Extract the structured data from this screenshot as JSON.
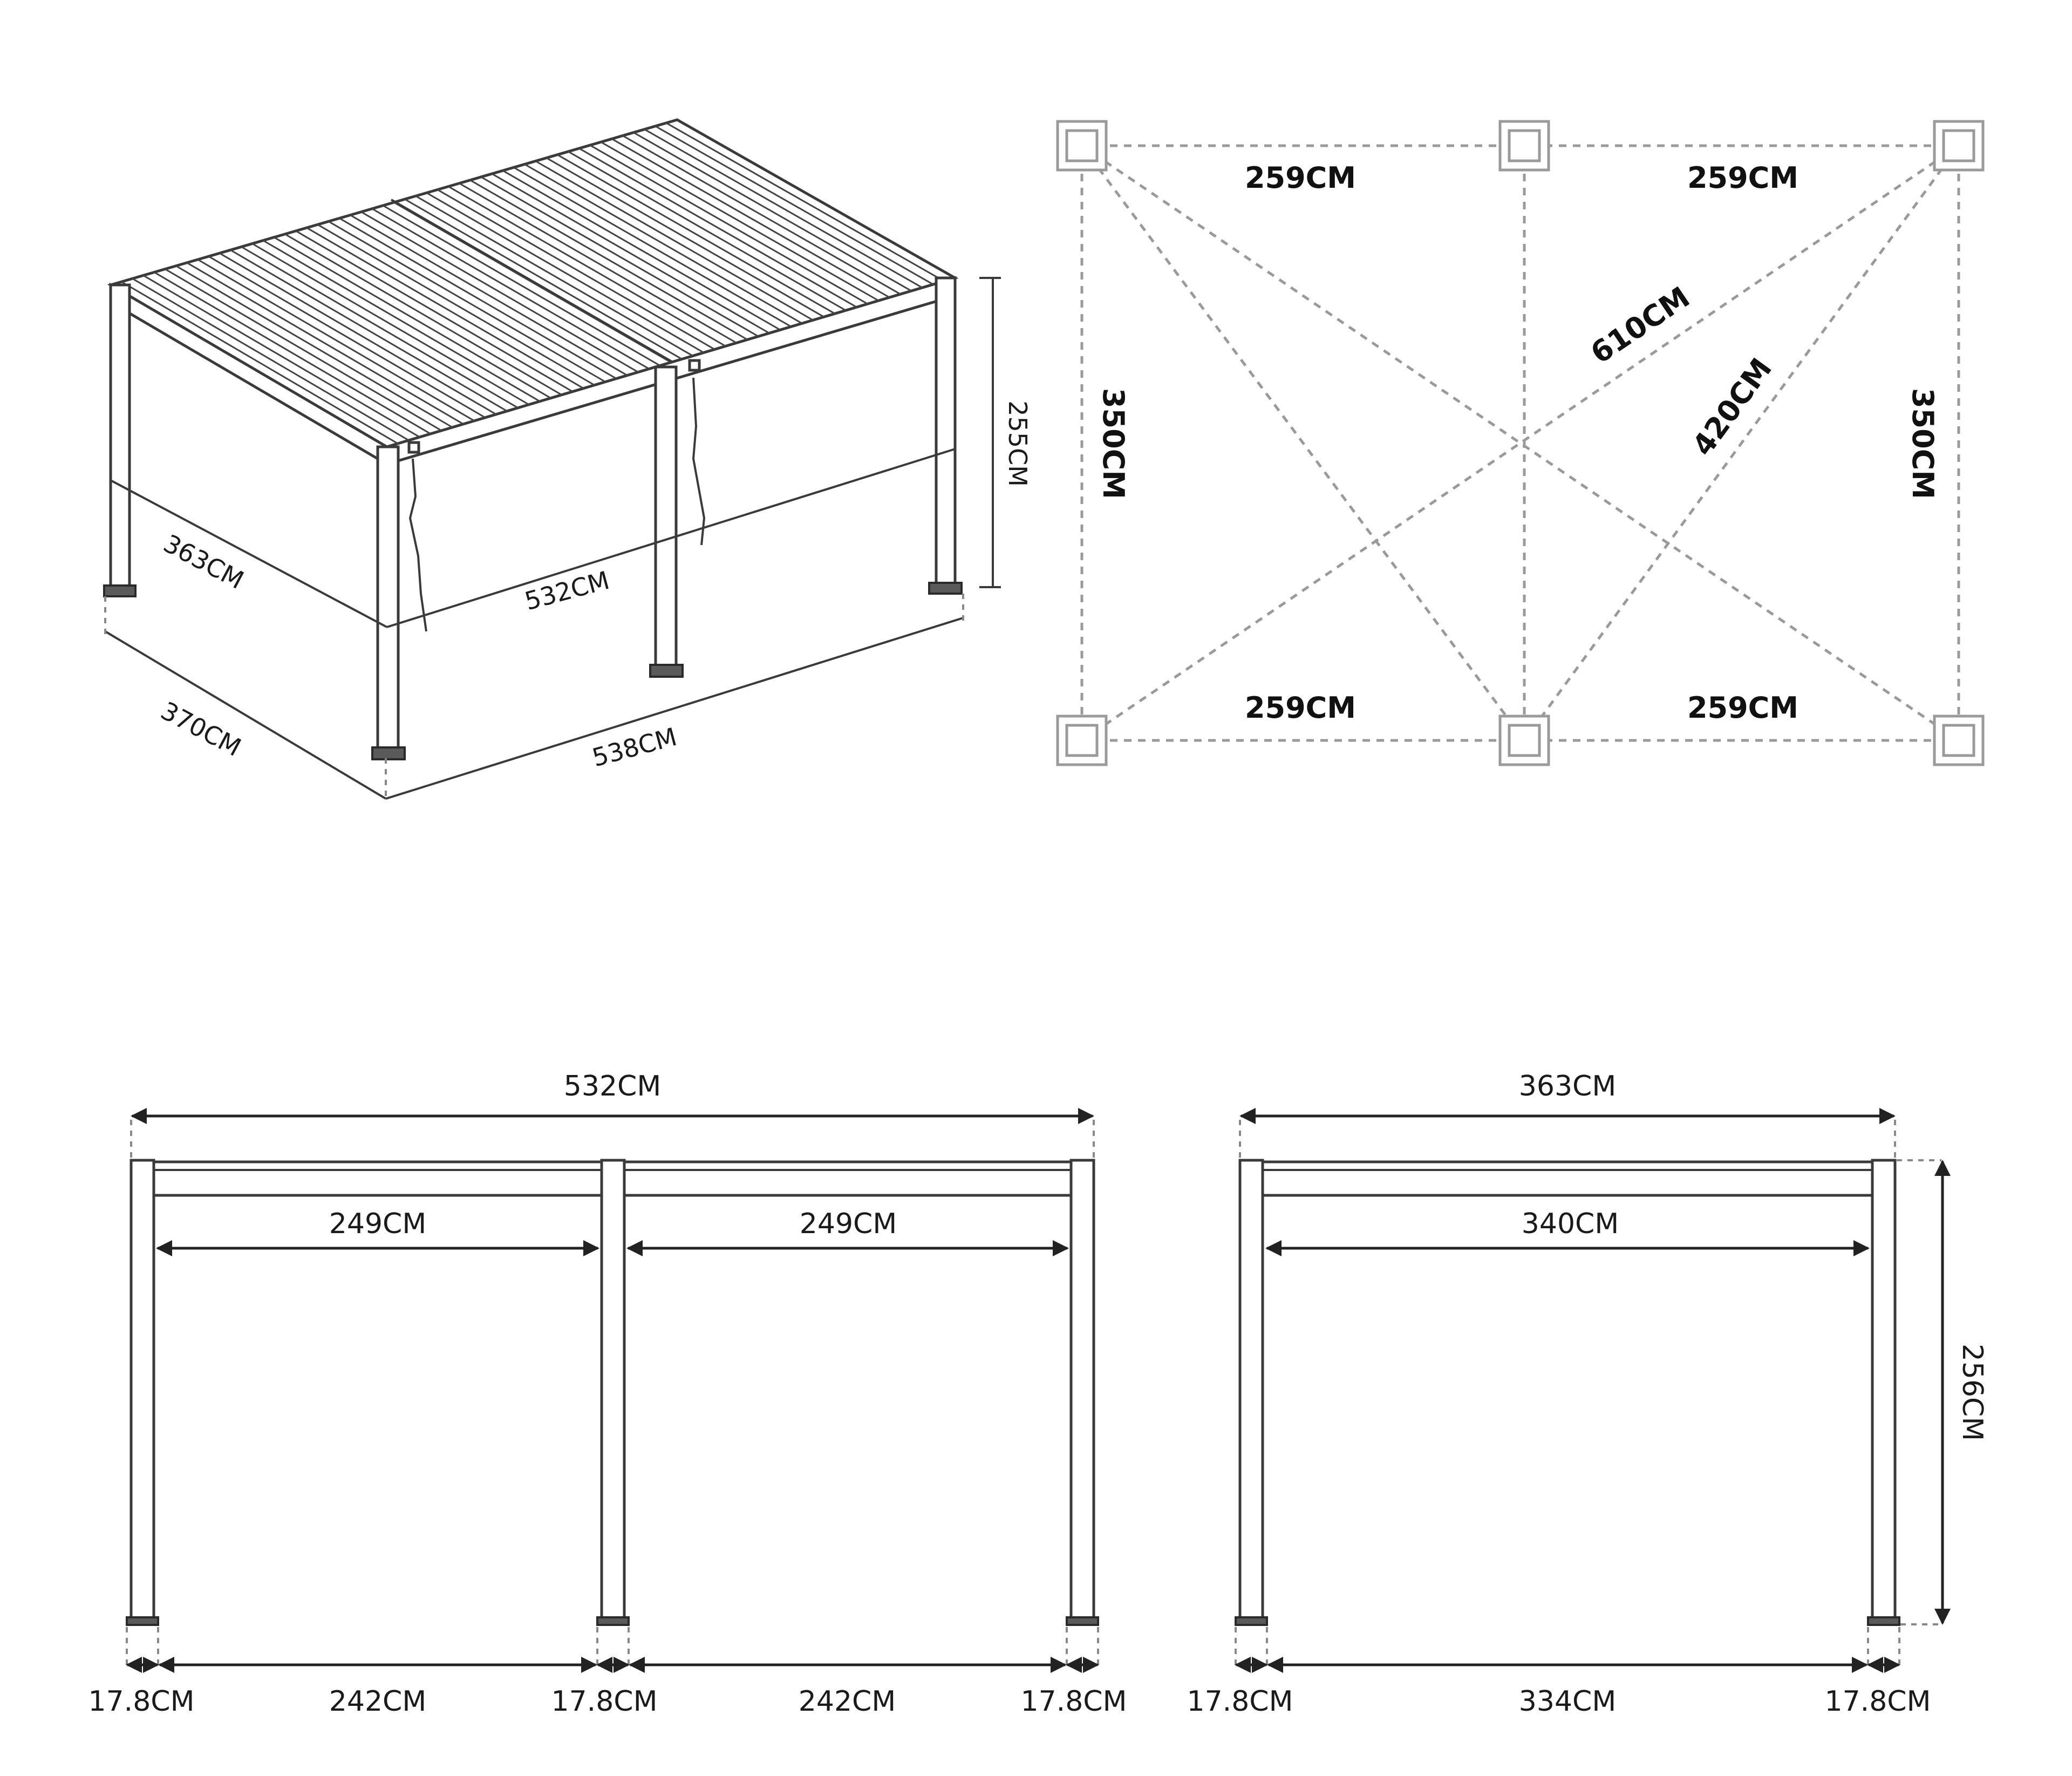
{
  "iso_view": {
    "depth_inner": "363CM",
    "width_inner": "532CM",
    "depth_outer": "370CM",
    "width_outer": "538CM",
    "height": "255CM"
  },
  "plan_view": {
    "top_left_span": "259CM",
    "top_right_span": "259CM",
    "bottom_left_span": "259CM",
    "bottom_right_span": "259CM",
    "left_depth": "350CM",
    "right_depth": "350CM",
    "diagonal_long": "610CM",
    "diagonal_short": "420CM"
  },
  "front_view": {
    "overall_width": "532CM",
    "left_bay_beam": "249CM",
    "right_bay_beam": "249CM",
    "base_post_1": "17.8CM",
    "base_gap_1": "242CM",
    "base_post_2": "17.8CM",
    "base_gap_2": "242CM",
    "base_post_3": "17.8CM"
  },
  "side_view": {
    "overall_width": "363CM",
    "beam_span": "340CM",
    "height": "256CM",
    "base_post_1": "17.8CM",
    "base_gap": "334CM",
    "base_post_2": "17.8CM"
  }
}
